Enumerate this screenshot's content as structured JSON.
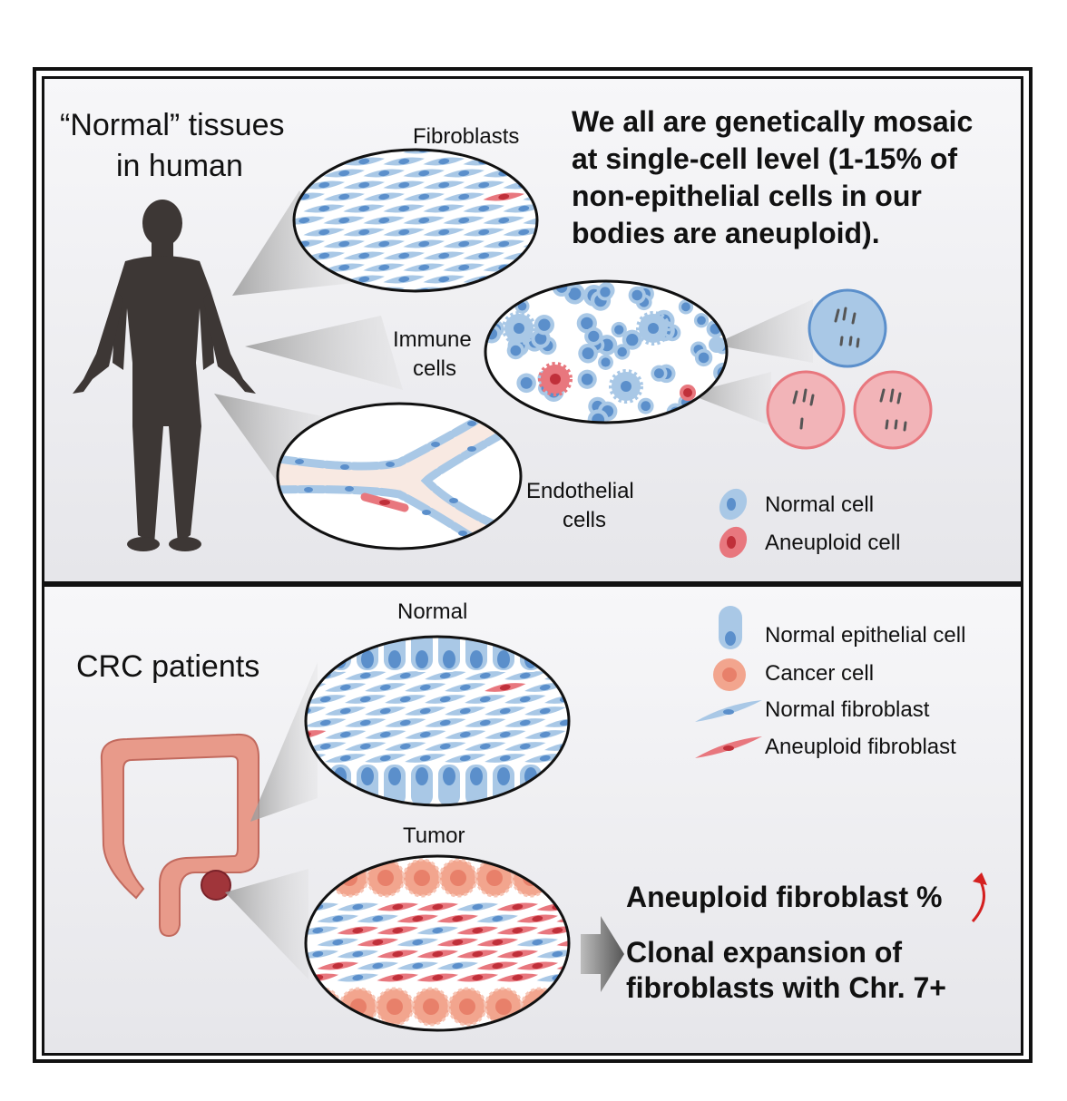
{
  "top_panel": {
    "title_line1": "“Normal” tissues",
    "title_line2": "in human",
    "statement_lines": [
      "We all are genetically mosaic",
      "at single-cell level (1-15% of",
      "non-epithelial cells in our",
      "bodies are aneuploid)."
    ],
    "labels": {
      "fibroblasts": "Fibroblasts",
      "immune_line1": "Immune",
      "immune_line2": "cells",
      "endothelial_line1": "Endothelial",
      "endothelial_line2": "cells"
    },
    "legend": [
      {
        "label": "Normal cell",
        "color": "#a9c8e6"
      },
      {
        "label": "Aneuploid cell",
        "color": "#e8777e"
      }
    ]
  },
  "bottom_panel": {
    "title": "CRC patients",
    "labels": {
      "normal": "Normal",
      "tumor": "Tumor"
    },
    "legend": [
      {
        "label": "Normal epithelial cell",
        "color": "#a9c8e6"
      },
      {
        "label": "Cancer cell",
        "color": "#f2a58e"
      },
      {
        "label": "Normal fibroblast",
        "color": "#a9c8e6"
      },
      {
        "label": "Aneuploid fibroblast",
        "color": "#e8777e"
      }
    ],
    "findings": [
      "Aneuploid fibroblast %",
      "Clonal expansion of",
      "fibroblasts with Chr. 7+"
    ]
  },
  "colors": {
    "normal_blue": "#a9c8e6",
    "nucleus_blue": "#5b8fcb",
    "aneuploid_red": "#e8777e",
    "cancer_orange": "#f2a58e",
    "arrow_red": "#d42020",
    "silhouette": "#3d3735",
    "colon": "#e89a8a"
  }
}
